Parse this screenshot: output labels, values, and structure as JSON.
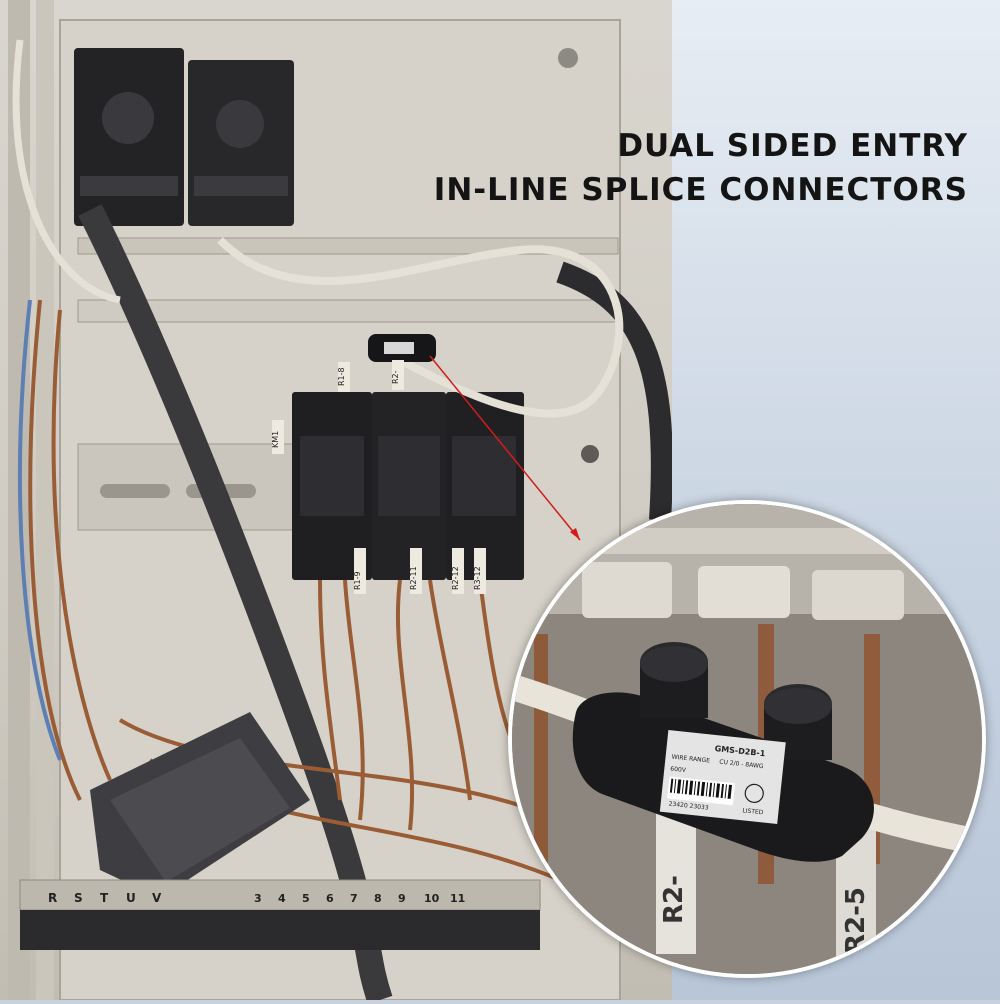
{
  "headline": {
    "line1": "DUAL SIDED ENTRY",
    "line2": "IN-LINE SPLICE CONNECTORS"
  },
  "connector_label": {
    "model": "GMS-D2B-1",
    "wire_range_label": "WIRE RANGE",
    "wire_range_value": "CU 2/0 - 8AWG",
    "voltage": "600V",
    "listing": "LISTED",
    "barcode_number": "23420 23033"
  },
  "wire_markers": [
    "R1-8",
    "R1-9",
    "R2-",
    "R2-11",
    "R2-12",
    "R3-12",
    "KM1",
    "R2-5"
  ],
  "terminal_letters": [
    "R",
    "S",
    "T",
    "U",
    "V"
  ],
  "terminal_numbers": [
    "3",
    "4",
    "5",
    "6",
    "7",
    "8",
    "9",
    "10",
    "11"
  ],
  "colors": {
    "background": "#c8d2de",
    "panel": "#d4d0c7",
    "relay": "#1f1f22",
    "copper_wire": "#9a5c34",
    "headline": "#141414",
    "circle_border": "#ffffff",
    "pointer_arrow": "#d21c1c"
  }
}
